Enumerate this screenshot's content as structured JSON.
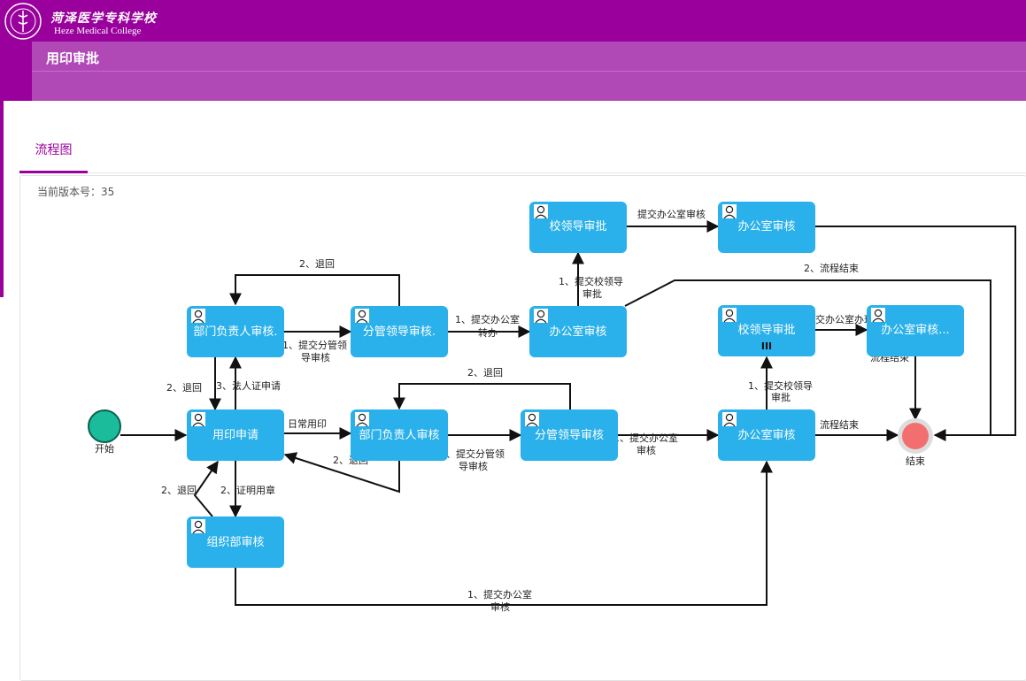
{
  "header": {
    "school_name_cn": "菏泽医学专科学校",
    "school_name_en": "Heze Medical College",
    "page_title": "用印审批"
  },
  "tabs": [
    {
      "label": "流程图",
      "active": true
    }
  ],
  "panel": {
    "version_text": "当前版本号：35"
  },
  "colors": {
    "brand_purple": "#99009c",
    "header_secondary": "#b049b6",
    "node_blue": "#2ab0ea",
    "start_green": "#1abc9c",
    "end_red": "#f36f6f"
  },
  "flow": {
    "start_label": "开始",
    "end_label": "结束",
    "nodes": {
      "n_seal_apply": "用印申请",
      "n_dept_head_1": "部门负责人审核.",
      "n_leader_1": "分管领导审核.",
      "n_office_1": "办公室审核",
      "n_school_leader_1": "校领导审批",
      "n_office_2": "办公室审核",
      "n_dept_head_2": "部门负责人审核",
      "n_leader_2": "分管领导审核",
      "n_office_3": "办公室审核",
      "n_school_leader_2": "校领导审批",
      "n_school_leader_2_sub": "III",
      "n_office_4": "办公室审核...",
      "n_org_dept": "组织部审核"
    },
    "edges": {
      "e_return_top": "2、退回",
      "e_submit_leader_1a": "1、提交分管领",
      "e_submit_leader_1b": "导审核",
      "e_submit_office_a": "1、提交办公室",
      "e_submit_office_b": "转办",
      "e_submit_school_a": "1、提交校领导",
      "e_submit_school_b": "审批",
      "e_submit_office_review": "提交办公室审核",
      "e_flow_end_top": "2、流程结束",
      "e_return_left": "2、退回",
      "e_legal_cert": "3、法人证申请",
      "e_daily_seal": "1、日常用印",
      "e_return_mid": "2、退回",
      "e_return_bottom": "2、退回",
      "e_submit_leader_2a": "1、提交分管领",
      "e_submit_leader_2b": "导审核",
      "e_submit_office_2a": "1、提交办公室",
      "e_submit_office_2b": "审核",
      "e_submit_school_2a": "1、提交校领导",
      "e_submit_school_2b": "审批",
      "e_submit_office_handle": "提交办公室办理",
      "e_flow_end_mid": "流程结束",
      "e_flow_end_right": "2、流程结束",
      "e_return_org": "2、退回",
      "e_cert_seal": "2、证明用章",
      "e_submit_office_3a": "1、提交办公室",
      "e_submit_office_3b": "审核"
    }
  }
}
